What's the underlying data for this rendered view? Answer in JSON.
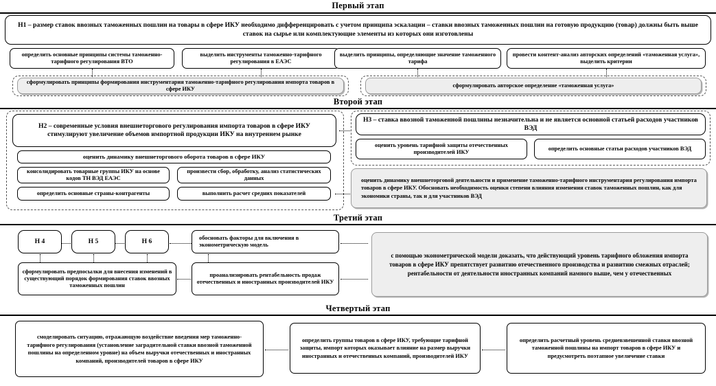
{
  "document": {
    "language": "ru",
    "kind": "research-stage-diagram"
  },
  "stages": [
    {
      "id": "stage1",
      "title": "Первый этап",
      "hypothesis": {
        "label": "H1",
        "text": "H1 – размер ставок ввозных таможенных пошлин на товары в сфере ИКУ необходимо дифференцировать с учетом принципа эскалации – ставки ввозных таможенных пошлин на готовую продукцию (товар) должны быть выше ставок на сырье или комплектующие элементы из которых они изготовлены"
      },
      "tasks": [
        "определить основные принципы системы таможенно-тарифного регулирования ВТО",
        "выделить инструменты таможенно-тарифного регулирования в ЕАЭС",
        "выделить принципы, определяющие значение таможенного тарифа",
        "провести контент-анализ авторских определений «таможенная услуга», выделить критерии"
      ],
      "results": [
        "сформулировать принципы формирования инструментария таможенно-тарифного регулирования импорта товаров в сфере ИКУ",
        "сформулировать авторское определение «таможенная услуга»"
      ]
    },
    {
      "id": "stage2",
      "title": "Второй этап",
      "left": {
        "hypothesis": "H2 – современные условия внешнеторгового регулирования  импорта товаров в сфере ИКУ стимулируют увеличение  объемов импортной продукции ИКУ на внутреннем рынке",
        "tasks": [
          "оценить динамику внешнеторгового оборота товаров в сфере ИКУ",
          "консолидировать товарные группы ИКУ на основе кодов ТН ВЭД ЕАЭС",
          "произвести сбор, обработку, анализ статистических данных",
          "определить основные страны-контрагенты",
          "выполнить расчет средних показателей"
        ]
      },
      "right": {
        "hypothesis": "H3 – ставка ввозной таможенной пошлины незначительна и не является основной статьей расходов участников ВЭД",
        "tasks": [
          "оценить уровень тарифной защиты отечественных производителей ИКУ",
          "определить основные статьи расходов участников ВЭД"
        ],
        "result": "оценить динамику внешнеторговой деятельности и применение таможенно-тарифного инструментария регулирования импорта товаров в сфере ИКУ. Обосновать необходимость оценки степени влияния изменения ставок таможенных пошлин, как для экономики страны, так и для участников ВЭД"
      }
    },
    {
      "id": "stage3",
      "title": "Третий этап",
      "hypotheses": [
        "H 4",
        "H 5",
        "H 6"
      ],
      "tasks": [
        "обосновать факторы для включения в эконометрическую модель",
        "сформулировать предпосылки для внесения изменений в существующий порядок формирования ставок ввозных таможенных пошлин",
        "проанализировать рентабельность продаж отечественных и иностранных производителей ИКУ"
      ],
      "result": "с помощью эконометрической модели доказать, что действующий уровень тарифного обложения импорта товаров в сфере  ИКУ препятствует развитию отечественного производства и развитию смежных  отраслей; рентабельности от деятельности иностранных  компаний  намного выше, чем у отечественных"
    },
    {
      "id": "stage4",
      "title": "Четвертый этап",
      "tasks": [
        "смоделировать ситуацию, отражающую воздействие введения мер таможенно-тарифного регулирования (установление заградительной ставки ввозной таможенной пошлины на определенном уровне) на объем выручки отечественных  и иностранных компаний, производителей товаров в сфере  ИКУ",
        "определить группы товаров в сфере ИКУ, требующие тарифной защиты, импорт которых оказывает влияние на размер выручки иностранных и отечественных компаний, производителей ИКУ",
        "определить расчетный уровень средневзвешенной ставки ввозной таможенной пошлины на импорт товаров в сфере ИКУ и предусмотреть поэтапное увеличение ставки"
      ]
    }
  ],
  "colors": {
    "node_border": "#000000",
    "group_border": "#555555",
    "gray_fill": "#eeeeee",
    "gray_border": "#9b9b9b",
    "rule": "#000000",
    "text": "#000000"
  }
}
